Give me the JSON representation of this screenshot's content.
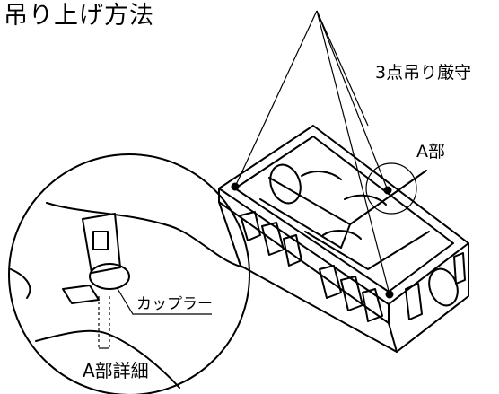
{
  "figure": {
    "title": "吊り上げ方法",
    "rule_note": "3点吊り厳守",
    "detail_marker": "A部",
    "coupler_label": "カップラー",
    "detail_title": "A部詳細"
  }
}
